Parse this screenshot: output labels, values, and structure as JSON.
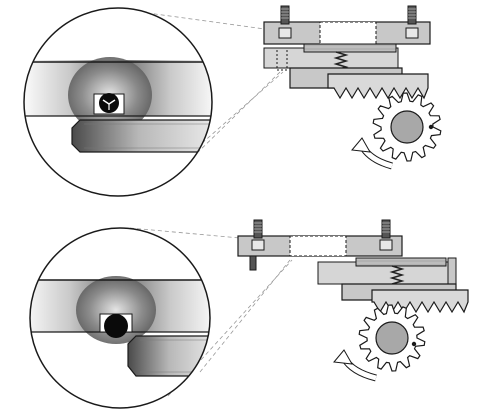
{
  "figure": {
    "panels": [
      {
        "id": "top",
        "ball_state": "raised",
        "gear_rotation": "counter-clockwise"
      },
      {
        "id": "bottom",
        "ball_state": "seated",
        "gear_rotation": "clockwise"
      }
    ]
  },
  "colors": {
    "outline": "#1a1a1a",
    "body_fill": "#c8c8c8",
    "slide_fill": "#d6d6d6",
    "gear_fill": "#ffffff",
    "hub_fill": "#a8a8a8",
    "ball_fill": "#0a0a0a",
    "spring": "#222222",
    "callout_line": "#999999"
  }
}
